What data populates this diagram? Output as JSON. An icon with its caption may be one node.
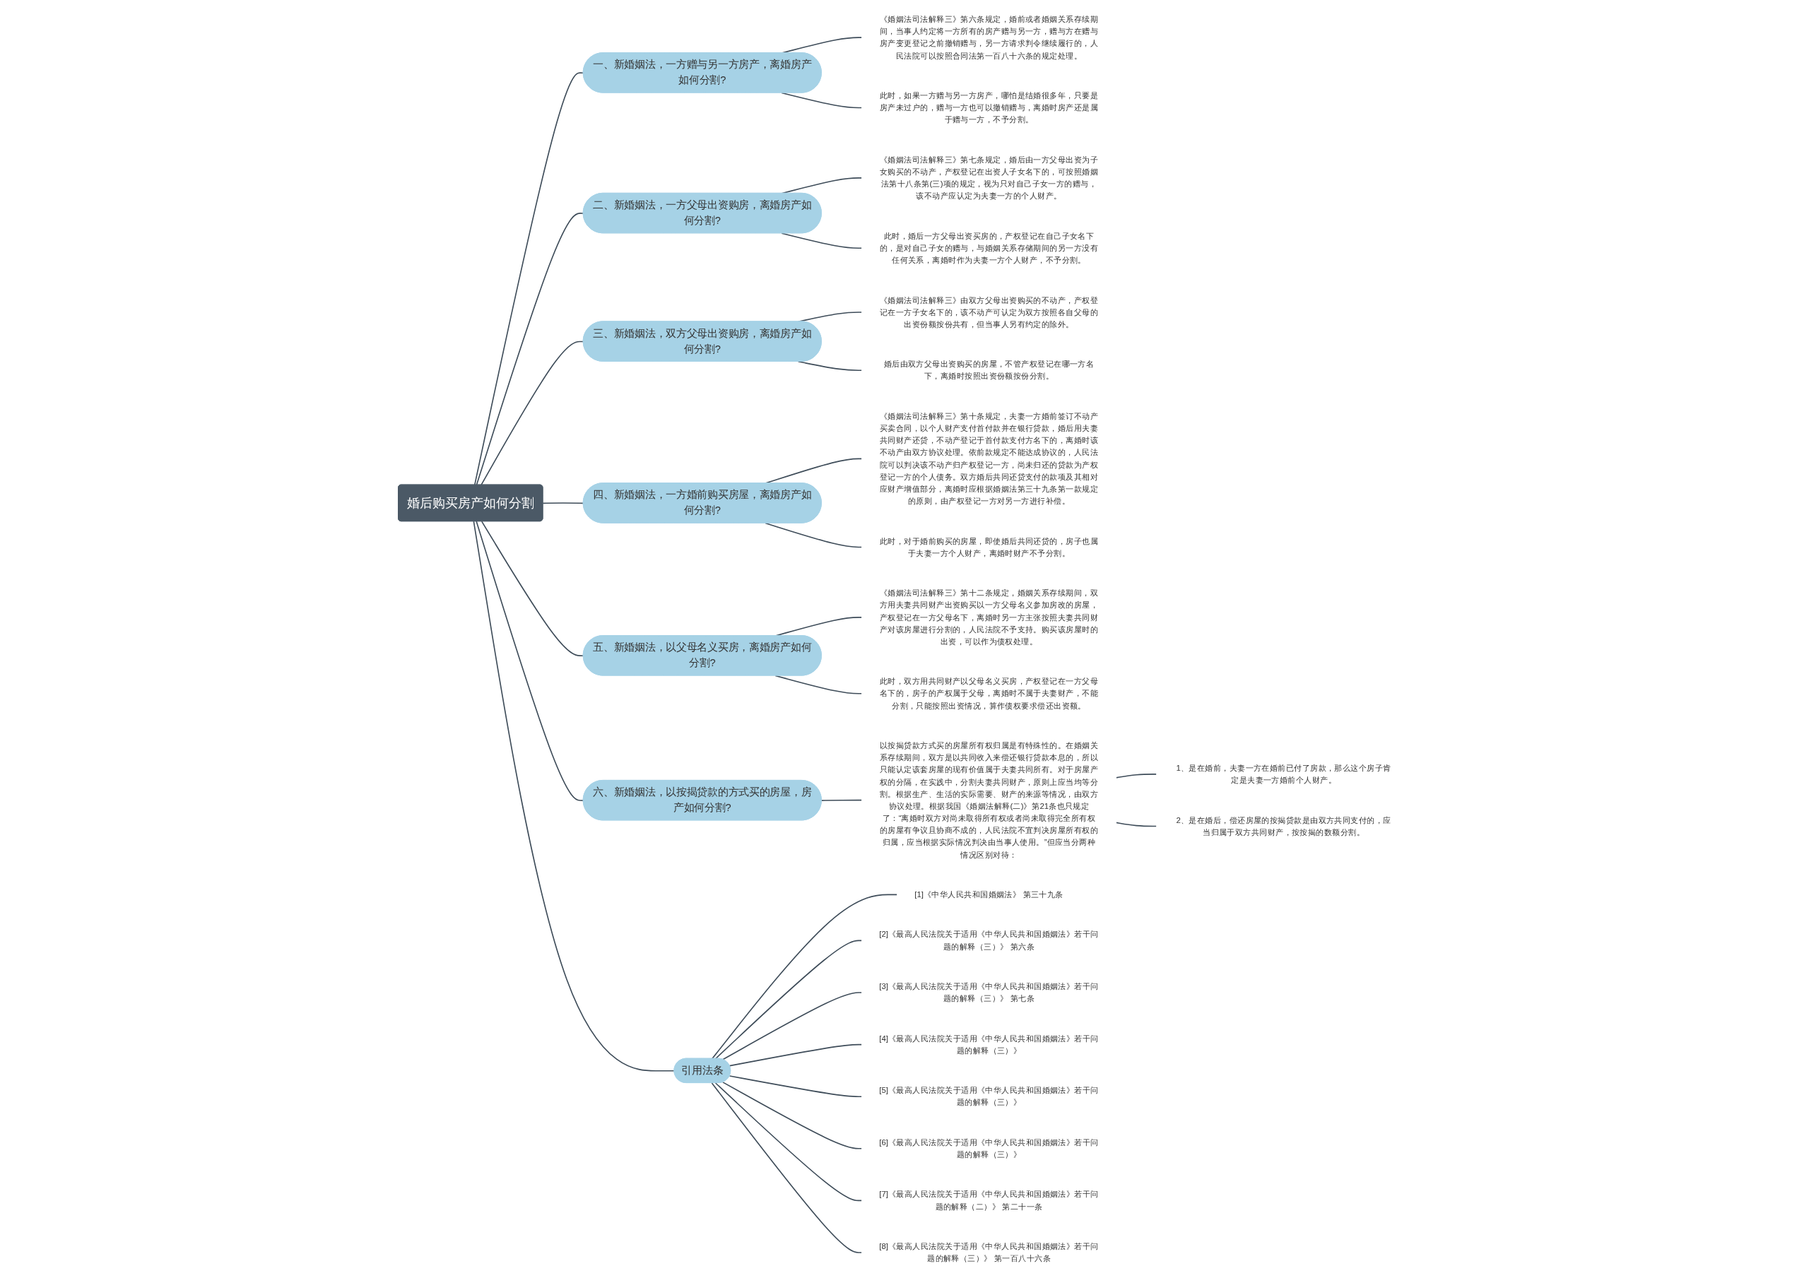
{
  "diagram": {
    "nodes": [
      {
        "text": [
          "婚后购买房产如何分割"
        ]
      },
      {
        "text": [
          "一、新婚姻法，一方赠与另一方房产，离婚房产如何分割?"
        ]
      },
      {
        "text": [
          "《婚姻法司法解释三》第六条规定，婚前或者婚姻关系存续期间，当事人约定将一方所有的房产赠与另一方，赠与方在赠与房产变更登记之前撤销赠与，另一方请求判令继续履行的，人民法院可以按照合同法第一百八十六条的规定处理。"
        ]
      },
      {
        "text": [
          "此时，如果一方赠与另一方房产，哪怕是结婚很多年，只要是房产未过户的，赠与一方也可以撤销赠与，离婚时房产还是属于赠与一方，不予分割。"
        ]
      },
      {
        "text": [
          "二、新婚姻法，一方父母出资购房，离婚房产如何分割?"
        ]
      },
      {
        "text": [
          "《婚姻法司法解释三》第七条规定，婚后由一方父母出资为子女购买的不动产，产权登记在出资人子女名下的，可按照婚姻法第十八条第(三)项的规定，视为只对自己子女一方的赠与，该不动产应认定为夫妻一方的个人财产。"
        ]
      },
      {
        "text": [
          "此时，婚后一方父母出资买房的，产权登记在自己子女名下的，是对自己子女的赠与，与婚姻关系存储期间的另一方没有任何关系，离婚时作为夫妻一方个人财产，不予分割。"
        ]
      },
      {
        "text": [
          "三、新婚姻法，双方父母出资购房，离婚房产如何分割?"
        ]
      },
      {
        "text": [
          "《婚姻法司法解释三》由双方父母出资购买的不动产，产权登记在一方子女名下的，该不动产可认定为双方按照各自父母的出资份额按份共有，但当事人另有约定的除外。"
        ]
      },
      {
        "text": [
          "婚后由双方父母出资购买的房屋，不管产权登记在哪一方名下，离婚时按照出资份额按份分割。"
        ]
      },
      {
        "text": [
          "四、新婚姻法，一方婚前购买房屋，离婚房产如何分割?"
        ]
      },
      {
        "text": [
          "《婚姻法司法解释三》第十条规定，夫妻一方婚前签订不动产买卖合同，以个人财产支付首付款并在银行贷款，婚后用夫妻共同财产还贷，不动产登记于首付款支付方名下的，离婚时该不动产由双方协议处理。依前款规定不能达成协议的，人民法院可以判决该不动产归产权登记一方，尚未归还的贷款为产权登记一方的个人债务。双方婚后共同还贷支付的款项及其相对应财产增值部分，离婚时应根据婚姻法第三十九条第一款规定的原则，由产权登记一方对另一方进行补偿。"
        ]
      },
      {
        "text": [
          "此时，对于婚前购买的房屋，即使婚后共同还贷的，房子也属于夫妻一方个人财产，离婚时财产不予分割。"
        ]
      },
      {
        "text": [
          "五、新婚姻法，以父母名义买房，离婚房产如何分割?"
        ]
      },
      {
        "text": [
          "《婚姻法司法解释三》第十二条规定，婚姻关系存续期间，双方用夫妻共同财产出资购买以一方父母名义参加房改的房屋，产权登记在一方父母名下，离婚时另一方主张按照夫妻共同财产对该房屋进行分割的，人民法院不予支持。购买该房屋时的出资，可以作为债权处理。"
        ]
      },
      {
        "text": [
          "此时，双方用共同财产以父母名义买房，产权登记在一方父母名下的，房子的产权属于父母，离婚时不属于夫妻财产，不能分割，只能按照出资情况，算作债权要求偿还出资额。"
        ]
      },
      {
        "text": [
          "六、新婚姻法，以按揭贷款的方式买的房屋，房产如何分割?"
        ]
      },
      {
        "text": [
          "以按揭贷款方式买的房屋所有权归属是有特殊性的。在婚姻关系存续期间，双方是以共同收入来偿还银行贷款本息的，所以只能认定该套房屋的现有价值属于夫妻共同所有。对于房屋产权的分隔，在实践中，分割夫妻共同财产，原则上应当均等分割。根据生产、生活的实际需要、财产的来源等情况，由双方协议处理。根据我国《婚姻法解释(二)》第21条也只规定了：“离婚时双方对尚未取得所有权或者尚未取得完全所有权的房屋有争议且协商不成的，人民法院不宜判决房屋所有权的归属，应当根据实际情况判决由当事人使用。”但应当分两种情况区别对待："
        ]
      },
      {
        "text": [
          "1、是在婚前，夫妻一方在婚前已付了房款，那么这个房子肯定是夫妻一方婚前个人财产。"
        ]
      },
      {
        "text": [
          "2、是在婚后，偿还房屋的按揭贷款是由双方共同支付的，应当归属于双方共同财产，按按揭的数额分割。"
        ]
      },
      {
        "text": [
          "引用法条"
        ]
      },
      {
        "text": [
          "[1]《中华人民共和国婚姻法》 第三十九条"
        ]
      },
      {
        "text": [
          "[2]《最高人民法院关于适用《中华人民共和国婚姻法》若干问题的解释（三）》 第六条"
        ]
      },
      {
        "text": [
          "[3]《最高人民法院关于适用《中华人民共和国婚姻法》若干问题的解释（三）》 第七条"
        ]
      },
      {
        "text": [
          "[4]《最高人民法院关于适用《中华人民共和国婚姻法》若干问题的解释（三）》"
        ]
      },
      {
        "text": [
          "[5]《最高人民法院关于适用《中华人民共和国婚姻法》若干问题的解释（三）》"
        ]
      },
      {
        "text": [
          "[6]《最高人民法院关于适用《中华人民共和国婚姻法》若干问题的解释（三）》"
        ]
      },
      {
        "text": [
          "[7]《最高人民法院关于适用《中华人民共和国婚姻法》若干问题的解释（二）》 第二十一条"
        ]
      },
      {
        "text": [
          "[8]《最高人民法院关于适用《中华人民共和国婚姻法》若干问题的解释（三）》 第一百八十六条"
        ]
      }
    ],
    "edges": [
      {
        "from": 0,
        "to": 1,
        "arrow": "none"
      },
      {
        "from": 1,
        "to": 2,
        "arrow": "none"
      },
      {
        "from": 1,
        "to": 3,
        "arrow": "none"
      },
      {
        "from": 0,
        "to": 4,
        "arrow": "none"
      },
      {
        "from": 4,
        "to": 5,
        "arrow": "none"
      },
      {
        "from": 4,
        "to": 6,
        "arrow": "none"
      },
      {
        "from": 0,
        "to": 7,
        "arrow": "none"
      },
      {
        "from": 7,
        "to": 8,
        "arrow": "none"
      },
      {
        "from": 7,
        "to": 9,
        "arrow": "none"
      },
      {
        "from": 0,
        "to": 10,
        "arrow": "none"
      },
      {
        "from": 10,
        "to": 11,
        "arrow": "none"
      },
      {
        "from": 10,
        "to": 12,
        "arrow": "none"
      },
      {
        "from": 0,
        "to": 13,
        "arrow": "none"
      },
      {
        "from": 13,
        "to": 14,
        "arrow": "none"
      },
      {
        "from": 13,
        "to": 15,
        "arrow": "none"
      },
      {
        "from": 0,
        "to": 16,
        "arrow": "none"
      },
      {
        "from": 16,
        "to": 17,
        "arrow": "none"
      },
      {
        "from": 17,
        "to": 18,
        "arrow": "none"
      },
      {
        "from": 17,
        "to": 19,
        "arrow": "none"
      },
      {
        "from": 0,
        "to": 20,
        "arrow": "none"
      },
      {
        "from": 20,
        "to": 21,
        "arrow": "none"
      },
      {
        "from": 20,
        "to": 22,
        "arrow": "none"
      },
      {
        "from": 20,
        "to": 23,
        "arrow": "none"
      },
      {
        "from": 20,
        "to": 24,
        "arrow": "none"
      },
      {
        "from": 20,
        "to": 25,
        "arrow": "none"
      },
      {
        "from": 20,
        "to": 26,
        "arrow": "none"
      },
      {
        "from": 20,
        "to": 27,
        "arrow": "none"
      },
      {
        "from": 20,
        "to": 28,
        "arrow": "none"
      }
    ]
  }
}
